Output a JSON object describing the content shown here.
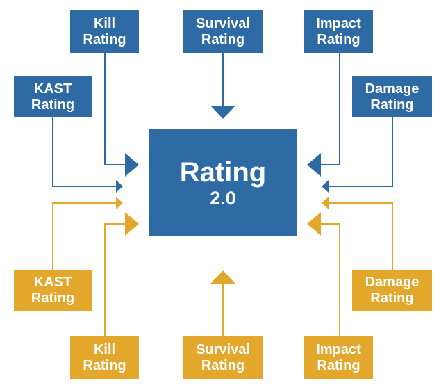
{
  "center": {
    "title": "Rating",
    "subtitle": "2.0"
  },
  "top": {
    "kill": {
      "line1": "Kill",
      "line2": "Rating"
    },
    "survival": {
      "line1": "Survival",
      "line2": "Rating"
    },
    "impact": {
      "line1": "Impact",
      "line2": "Rating"
    },
    "kast": {
      "line1": "KAST",
      "line2": "Rating"
    },
    "damage": {
      "line1": "Damage",
      "line2": "Rating"
    }
  },
  "bottom": {
    "kast": {
      "line1": "KAST",
      "line2": "Rating"
    },
    "damage": {
      "line1": "Damage",
      "line2": "Rating"
    },
    "kill": {
      "line1": "Kill",
      "line2": "Rating"
    },
    "survival": {
      "line1": "Survival",
      "line2": "Rating"
    },
    "impact": {
      "line1": "Impact",
      "line2": "Rating"
    }
  },
  "colors": {
    "blue": "#2e6aa4",
    "gold": "#e3a82b"
  }
}
